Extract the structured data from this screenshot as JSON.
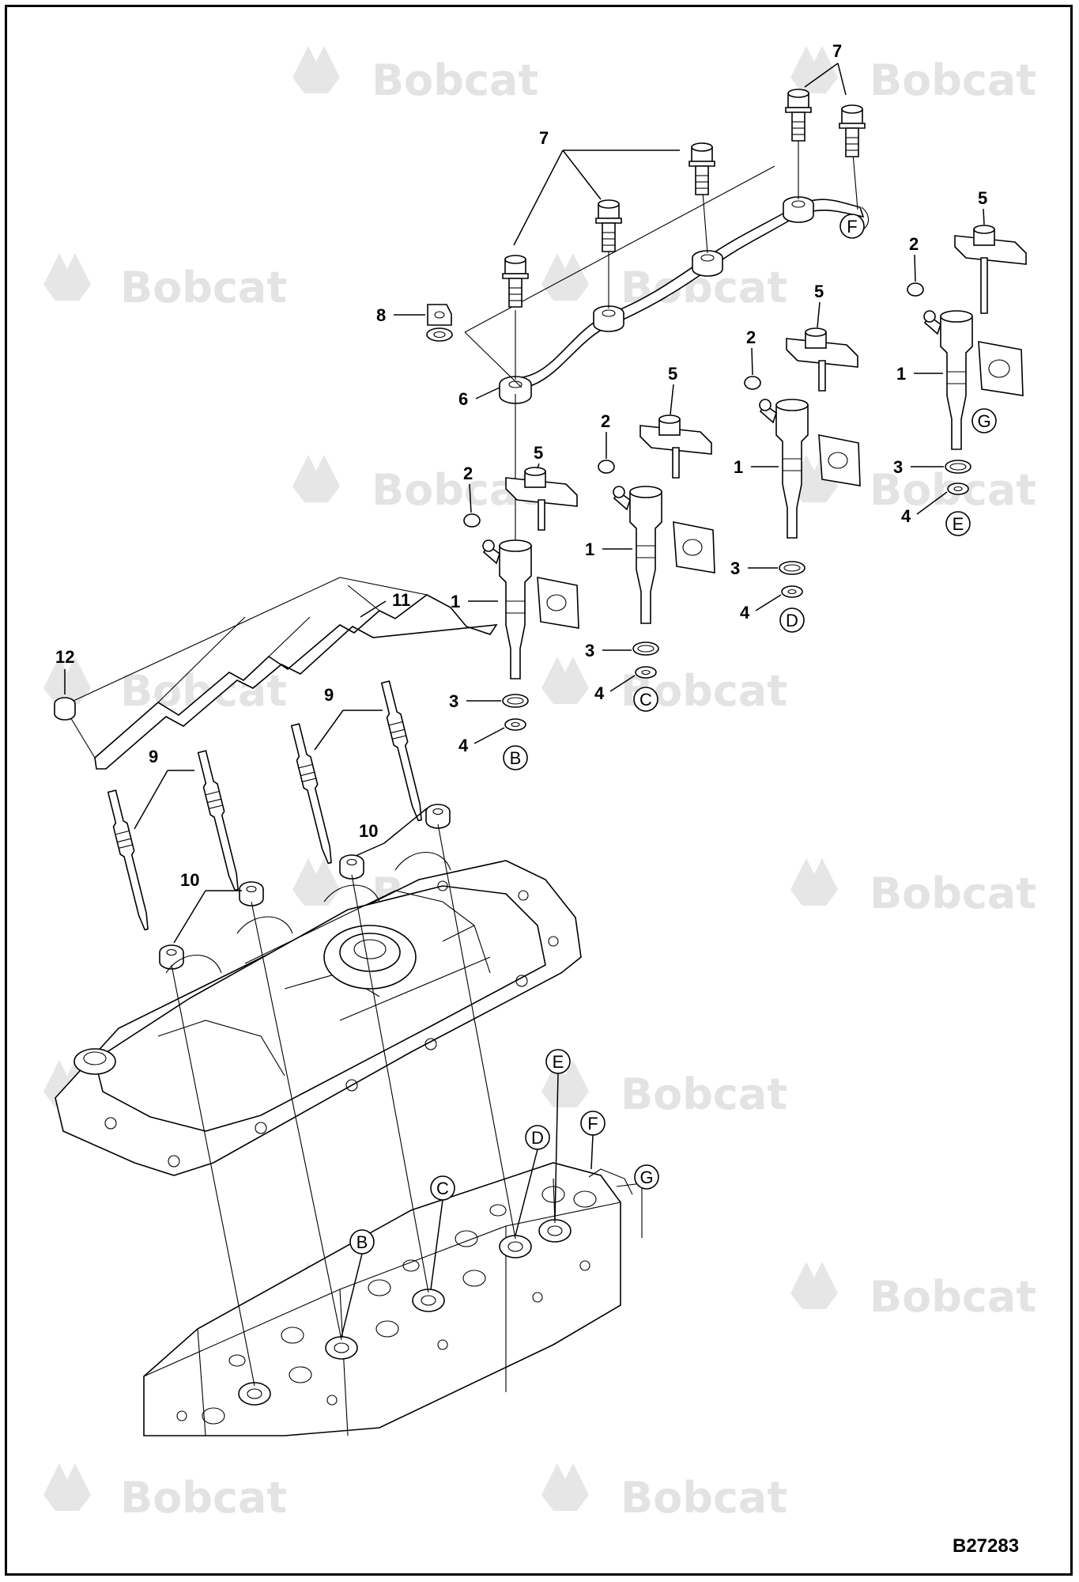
{
  "watermark_text": "Bobcat",
  "drawing_number": "B27283",
  "callouts": {
    "injector": "1",
    "o_ring": "2",
    "seal_ring_3": "3",
    "washer_4": "4",
    "clamp": "5",
    "leak_off_pipe": "6",
    "banjo_bolt": "7",
    "clip": "8",
    "glow_plug": "9",
    "glow_nut": "10",
    "glow_bus_bar": "11",
    "bus_nut": "12"
  },
  "reference_letters": [
    "B",
    "C",
    "D",
    "E",
    "F",
    "G"
  ]
}
